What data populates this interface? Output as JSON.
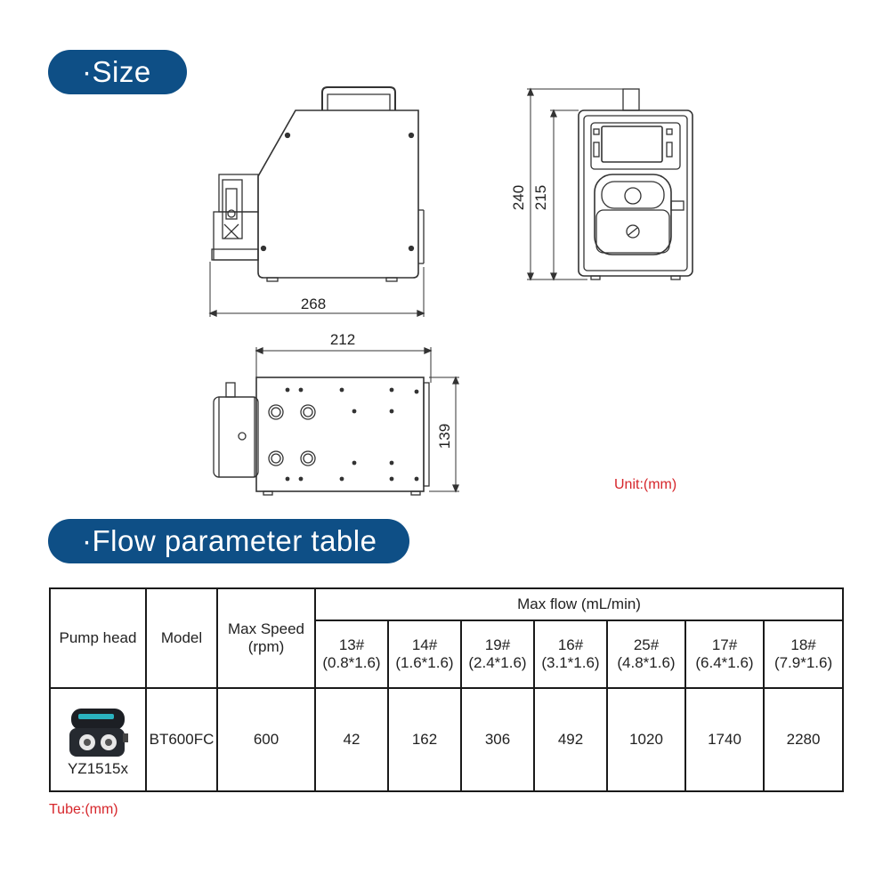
{
  "sections": {
    "size_title": "·Size",
    "flow_title": "·Flow parameter table"
  },
  "dimensions": {
    "side_width": "268",
    "front_height_total": "240",
    "front_height_body": "215",
    "top_depth": "212",
    "top_width": "139"
  },
  "unit_note": "Unit:(mm)",
  "tube_note": "Tube:(mm)",
  "table": {
    "headers": {
      "pump_head": "Pump head",
      "model": "Model",
      "max_speed_line1": "Max Speed",
      "max_speed_line2": "(rpm)",
      "max_flow": "Max flow (mL/min)"
    },
    "tubes": [
      {
        "code": "13#",
        "size": "(0.8*1.6)"
      },
      {
        "code": "14#",
        "size": "(1.6*1.6)"
      },
      {
        "code": "19#",
        "size": "(2.4*1.6)"
      },
      {
        "code": "16#",
        "size": "(3.1*1.6)"
      },
      {
        "code": "25#",
        "size": "(4.8*1.6)"
      },
      {
        "code": "17#",
        "size": "(6.4*1.6)"
      },
      {
        "code": "18#",
        "size": "(7.9*1.6)"
      }
    ],
    "row": {
      "pump_head_name": "YZ1515x",
      "model": "BT600FC",
      "max_speed": "600",
      "flows": [
        "42",
        "162",
        "306",
        "492",
        "1020",
        "1740",
        "2280"
      ]
    }
  }
}
